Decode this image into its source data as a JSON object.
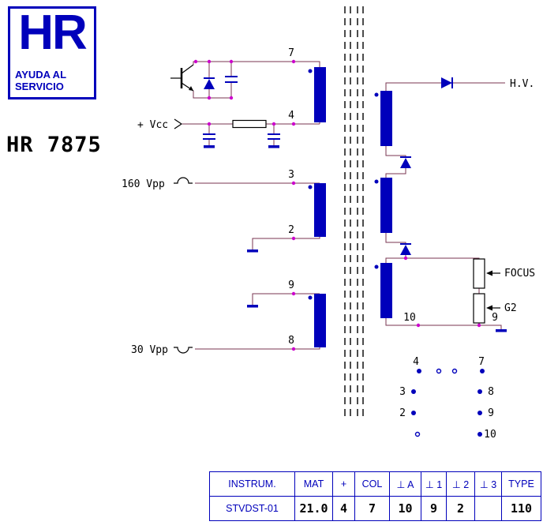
{
  "logo": {
    "brand": "HR",
    "subtitle_line1": "AYUDA AL",
    "subtitle_line2": "SERVICIO"
  },
  "title": "HR 7875",
  "schematic": {
    "signals": {
      "vcc": "+ Vcc",
      "v160": "160 Vpp",
      "v30": "30 Vpp",
      "hv": "H.V.",
      "focus": "FOCUS",
      "g2": "G2"
    },
    "pins": {
      "p7": "7",
      "p4": "4",
      "p3": "3",
      "p2": "2",
      "p9": "9",
      "p8": "8",
      "p10": "10",
      "p9_sec": "9"
    }
  },
  "pin_layout": {
    "p4": "4",
    "p7": "7",
    "p3": "3",
    "p8": "8",
    "p2": "2",
    "p9": "9",
    "p10": "10"
  },
  "table": {
    "headers": [
      "INSTRUM.",
      "MAT",
      "+",
      "COL",
      "⊥ A",
      "⊥ 1",
      "⊥ 2",
      "⊥ 3",
      "TYPE"
    ],
    "values": [
      "STVDST-01",
      "21.0",
      "4",
      "7",
      "10",
      "9",
      "2",
      "",
      "110"
    ]
  },
  "colors": {
    "brand_blue": "#0000bb",
    "wire": "#7a3550",
    "node_magenta": "#cc00cc"
  }
}
